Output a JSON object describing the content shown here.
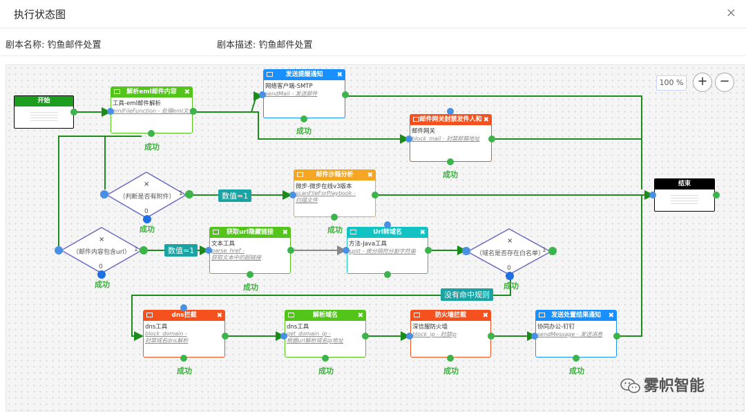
{
  "header": {
    "title": "执行状态图",
    "close": "×"
  },
  "info": {
    "name_label": "剧本名称:",
    "name_value": "钓鱼邮件处置",
    "desc_label": "剧本描述:",
    "desc_value": "钓鱼邮件处置"
  },
  "zoom": {
    "level": "100 %",
    "plus": "+",
    "minus": "−"
  },
  "nodes": {
    "start": {
      "title": "开始"
    },
    "end": {
      "title": "结束"
    },
    "parse_eml": {
      "title": "解析eml邮件内容",
      "l1": "工具-eml邮件解析",
      "l2": "emlFileFunction - 处理eml文件"
    },
    "send_alert": {
      "title": "发送提醒通知",
      "l1": "网络客户端-SMTP",
      "l2": "sendMail - 发送邮件"
    },
    "mail_gw": {
      "title": "邮件网关封禁发件人和",
      "l1": "邮件网关",
      "l2": "block_mail - 封禁邮箱地址"
    },
    "sandbox": {
      "title": "邮件沙箱分析",
      "l1": "微步-微步在线v3版本",
      "l2": "scanFileForPlaybook -",
      "l3": "扫描文件"
    },
    "get_url": {
      "title": "获取url隐藏链接",
      "l1": "文本工具",
      "l2": "parse_href -",
      "l3": "获取文本中的超链接"
    },
    "url_domain": {
      "title": "Url转域名",
      "l1": "方法-Java工具",
      "l2": "split - 按分隔符分割字符串"
    },
    "dns_block": {
      "title": "dns拦截",
      "l1": "dns工具",
      "l2": "block_domain -",
      "l3": "封禁域名dns解析"
    },
    "parse_domain": {
      "title": "解析域名",
      "l1": "dns工具",
      "l2": "get_domain_ip -",
      "l3": "根据url解析域名ip地址"
    },
    "firewall": {
      "title": "防火墙拦截",
      "l1": "深信服防火墙",
      "l2": "block_ip - 封禁ip"
    },
    "send_result": {
      "title": "发送处置结果通知",
      "l1": "协同办公-钉钉",
      "l2": "sendMessage - 发送消息"
    }
  },
  "decisions": {
    "attach": {
      "text": "（判断是否有附件）",
      "x": "×",
      "one": "1",
      "zero": "0"
    },
    "has_url": {
      "text": "（邮件内容包含url）",
      "x": "×",
      "one": "1",
      "zero": "0"
    },
    "whitelist": {
      "text": "（域名是否存在白名单）",
      "x": "×",
      "one": "1",
      "zero": "0"
    }
  },
  "labels": {
    "success": "成功",
    "value1": "数值=1",
    "no_rule": "没有命中规则"
  },
  "watermark": "雾帜智能",
  "colors": {
    "green": "#52c41a",
    "blue": "#1890ff",
    "orange": "#f5a623",
    "red": "#f4511e",
    "teal": "#13c2c2",
    "edge": "#1a8c1a",
    "port_blue": "#4a90e2",
    "port_green": "#3cb44b",
    "diamond": "#6a6ac4",
    "pill": "#1aa3a3"
  }
}
